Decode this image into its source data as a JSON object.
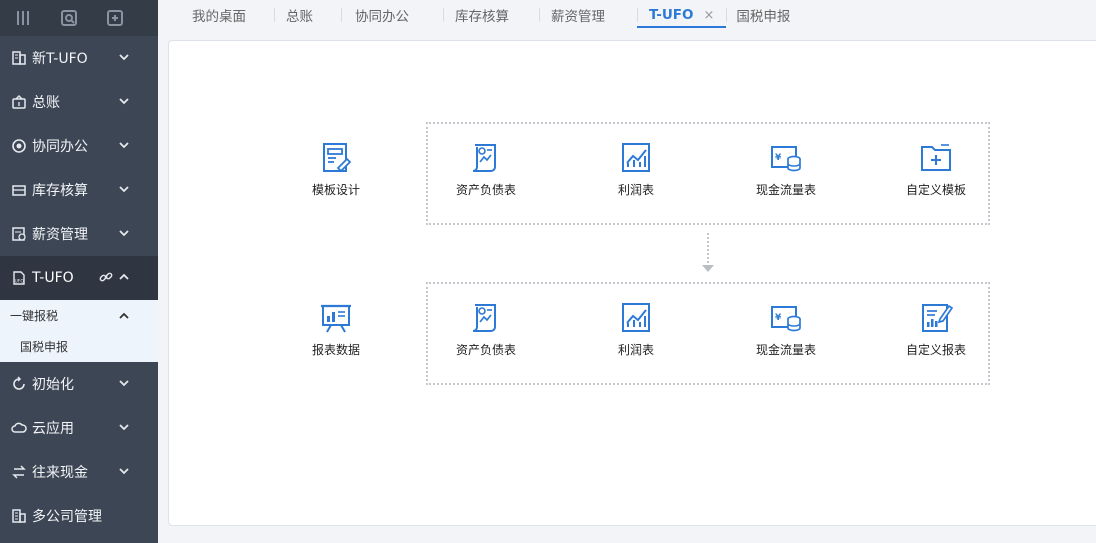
{
  "colors": {
    "sidebar": "#3d4654",
    "accent": "#2d7ad6",
    "icon": "#2d7ad6"
  },
  "sidebar": {
    "top_icons": [
      "menu-icon",
      "search-icon",
      "new-window-icon"
    ],
    "items": [
      {
        "label": "新T-UFO",
        "icon": "building-icon"
      },
      {
        "label": "总账",
        "icon": "ledger-icon"
      },
      {
        "label": "协同办公",
        "icon": "target-icon"
      },
      {
        "label": "库存核算",
        "icon": "inventory-icon"
      },
      {
        "label": "薪资管理",
        "icon": "payroll-icon"
      },
      {
        "label": "T-UFO",
        "icon": "ufo-icon"
      },
      {
        "label": "初始化",
        "icon": "refresh-icon"
      },
      {
        "label": "云应用",
        "icon": "cloud-icon"
      },
      {
        "label": "往来现金",
        "icon": "exchange-icon"
      },
      {
        "label": "多公司管理",
        "icon": "company-icon"
      }
    ],
    "sub": {
      "group": "一键报税",
      "child": "国税申报"
    }
  },
  "tabs": [
    "我的桌面",
    "总账",
    "协同办公",
    "库存核算",
    "薪资管理",
    "T-UFO",
    "国税申报"
  ],
  "tab_close": "×",
  "design": {
    "lead": "模板设计",
    "items": [
      "资产负债表",
      "利润表",
      "现金流量表",
      "自定义模板"
    ]
  },
  "data": {
    "lead": "报表数据",
    "items": [
      "资产负债表",
      "利润表",
      "现金流量表",
      "自定义报表"
    ]
  }
}
